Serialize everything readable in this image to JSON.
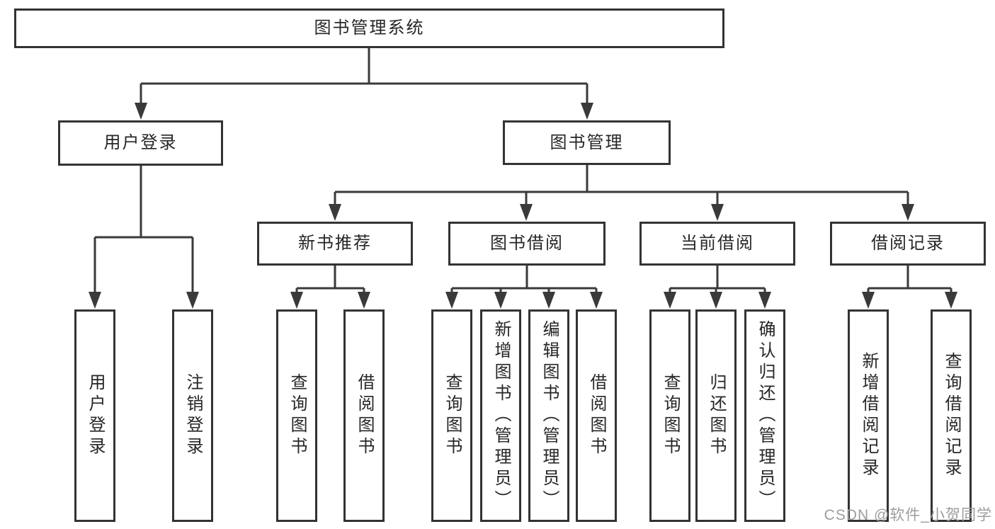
{
  "diagram": {
    "title": "图书管理系统",
    "branches": [
      {
        "label": "用户登录",
        "children": [
          "用户登录",
          "注销登录"
        ]
      },
      {
        "label": "图书管理",
        "sections": [
          {
            "label": "新书推荐",
            "children": [
              "查询图书",
              "借阅图书"
            ]
          },
          {
            "label": "图书借阅",
            "children": [
              "查询图书",
              "新增图书（管理员）",
              "编辑图书（管理员）",
              "借阅图书"
            ]
          },
          {
            "label": "当前借阅",
            "children": [
              "查询图书",
              "归还图书",
              "确认归还（管理员）"
            ]
          },
          {
            "label": "借阅记录",
            "children": [
              "新增借阅记录",
              "查询借阅记录"
            ]
          }
        ]
      }
    ]
  },
  "colors": {
    "line": "#3a3a3a",
    "border": "#333333",
    "watermark": "#9d9d9d"
  },
  "watermark": {
    "text": "CSDN @软件_小贺同学"
  }
}
